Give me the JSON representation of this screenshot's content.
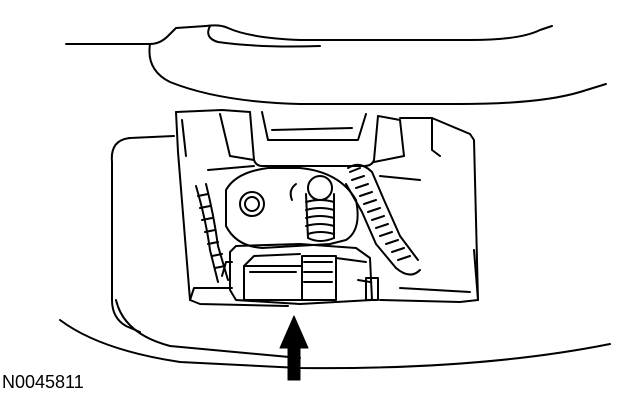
{
  "figure": {
    "caption": "N0045811",
    "subject": "latch-and-connector",
    "indicator": "arrow-up",
    "colors": {
      "ink": "#000000",
      "paper": "#ffffff"
    }
  }
}
